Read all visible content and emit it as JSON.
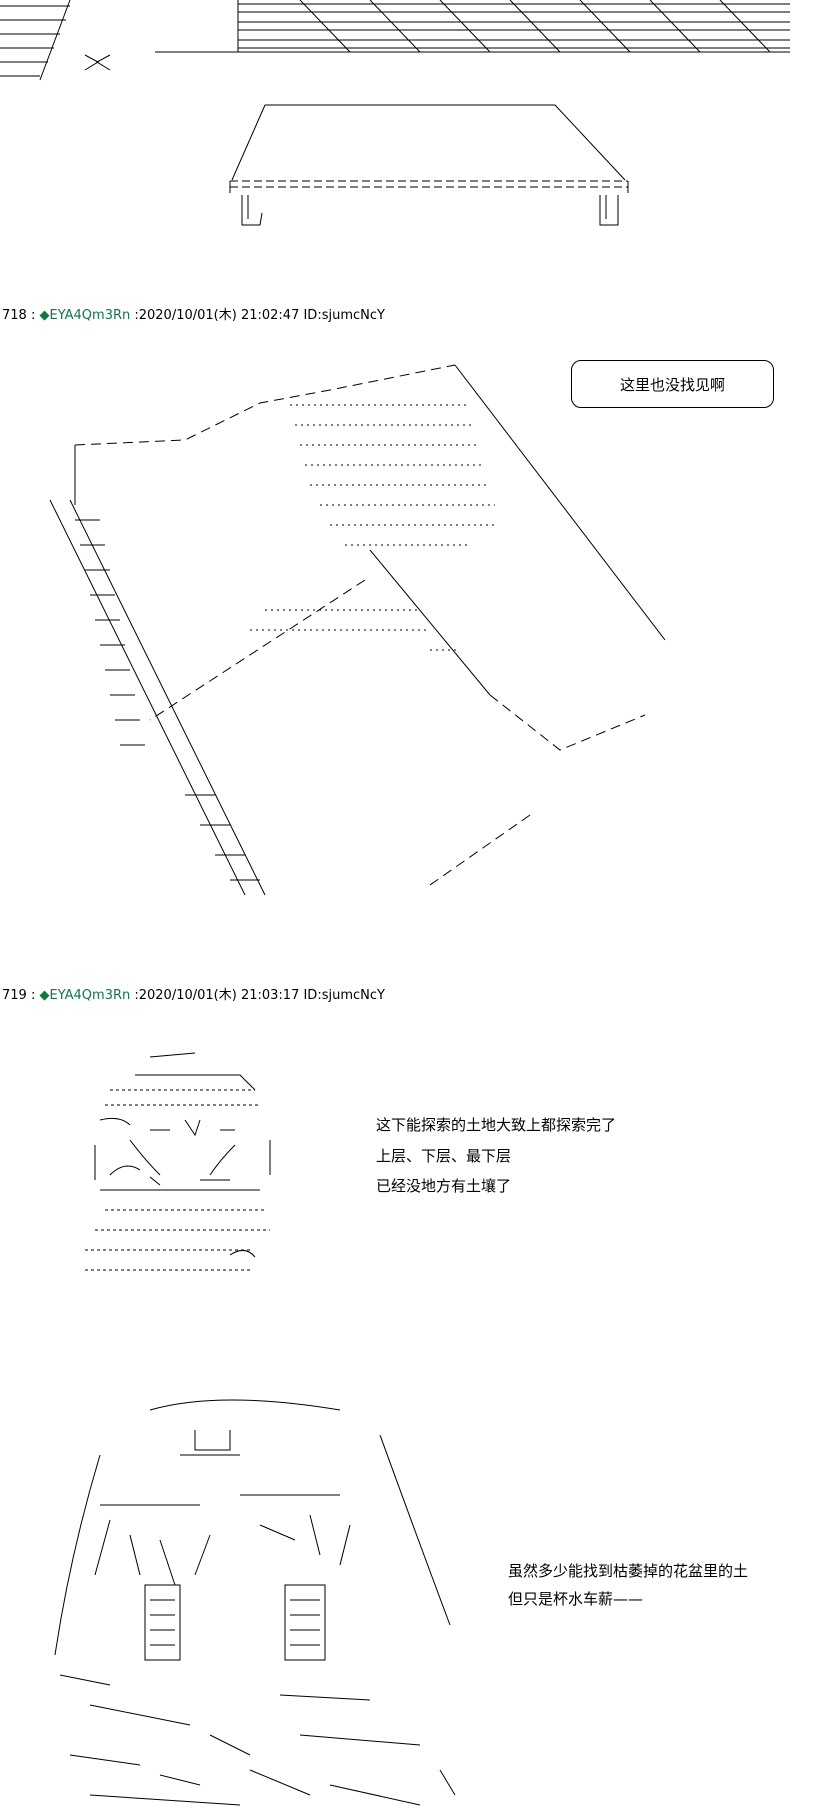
{
  "posts": [
    {
      "number": "718",
      "separator": " : ",
      "trip": "◆EYA4Qm3Rn",
      "meta": " :2020/10/01(木) 21:02:47 ID:sjumcNcY",
      "bubble_text": "这里也没找见啊"
    },
    {
      "number": "719",
      "separator": " : ",
      "trip": "◆EYA4Qm3Rn",
      "meta": " :2020/10/01(木) 21:03:17 ID:sjumcNcY",
      "lines": [
        "这下能探索的土地大致上都探索完了",
        "上层、下层、最下层",
        "已经没地方有土壤了"
      ],
      "lines2": [
        "虽然多少能找到枯萎掉的花盆里的土",
        "但只是杯水车薪——"
      ]
    }
  ],
  "colors": {
    "trip": "#117743",
    "text": "#000000",
    "background": "#ffffff"
  }
}
